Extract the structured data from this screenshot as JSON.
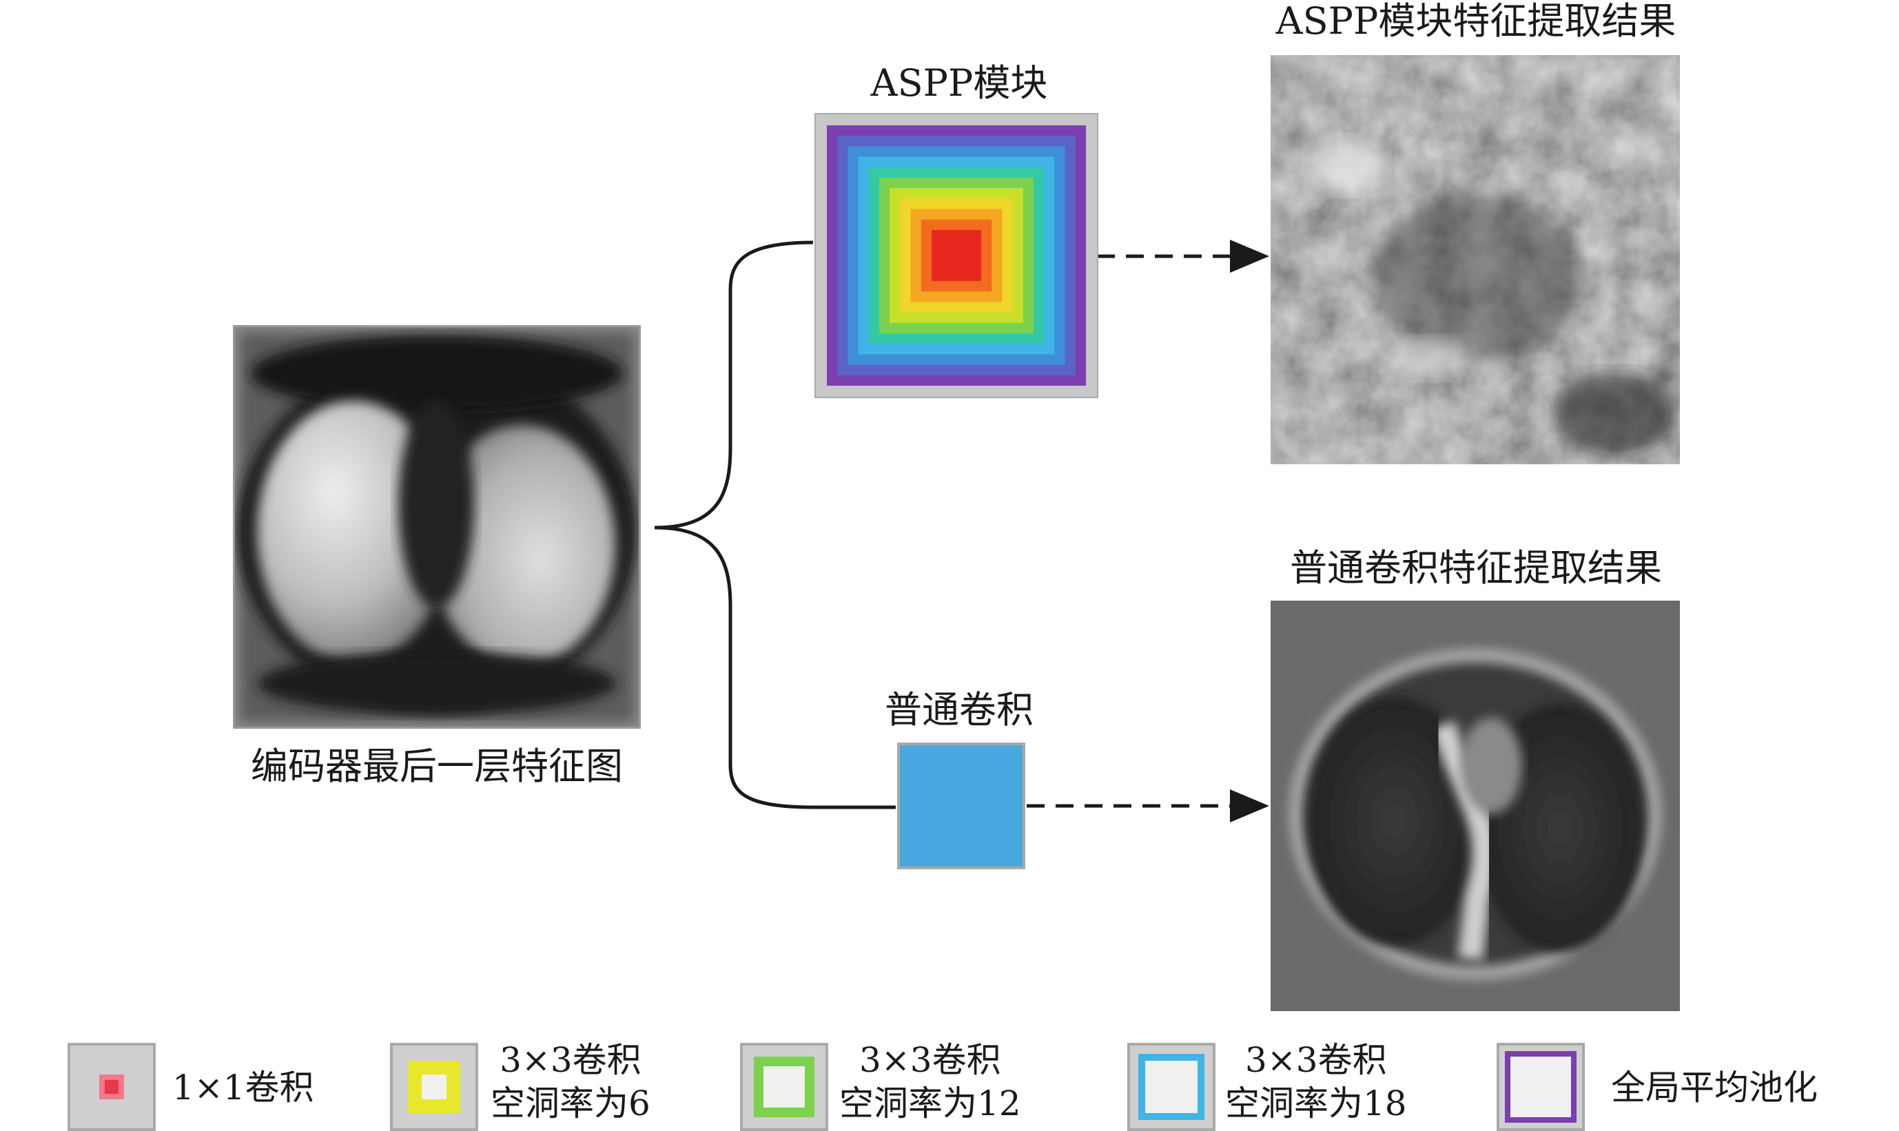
{
  "diagram": {
    "input_caption": "编码器最后一层特征图",
    "aspp_title": "ASPP模块",
    "conv_title": "普通卷积",
    "aspp_result_title": "ASPP模块特征提取结果",
    "conv_result_title": "普通卷积特征提取结果"
  },
  "legend": [
    {
      "line1": "1×1卷积",
      "line2": "",
      "color": "#e8364a"
    },
    {
      "line1": "3×3卷积",
      "line2": "空洞率为6",
      "color": "#e8e82a"
    },
    {
      "line1": "3×3卷积",
      "line2": "空洞率为12",
      "color": "#7dd14d"
    },
    {
      "line1": "3×3卷积",
      "line2": "空洞率为18",
      "color": "#3fb4e6"
    },
    {
      "line1": "全局平均池化",
      "line2": "",
      "color": "#7b3fb0"
    }
  ],
  "colors": {
    "aspp_rings": [
      "#7b3fb0",
      "#5a63c8",
      "#3f8fd8",
      "#3fb4e6",
      "#33c9a6",
      "#7dd14d",
      "#c8e02a",
      "#f0d52a",
      "#f5a623",
      "#f26b1f",
      "#e8281f"
    ],
    "conv_block": "#4aa8e0",
    "frame_gray": "#c8c8c8"
  }
}
